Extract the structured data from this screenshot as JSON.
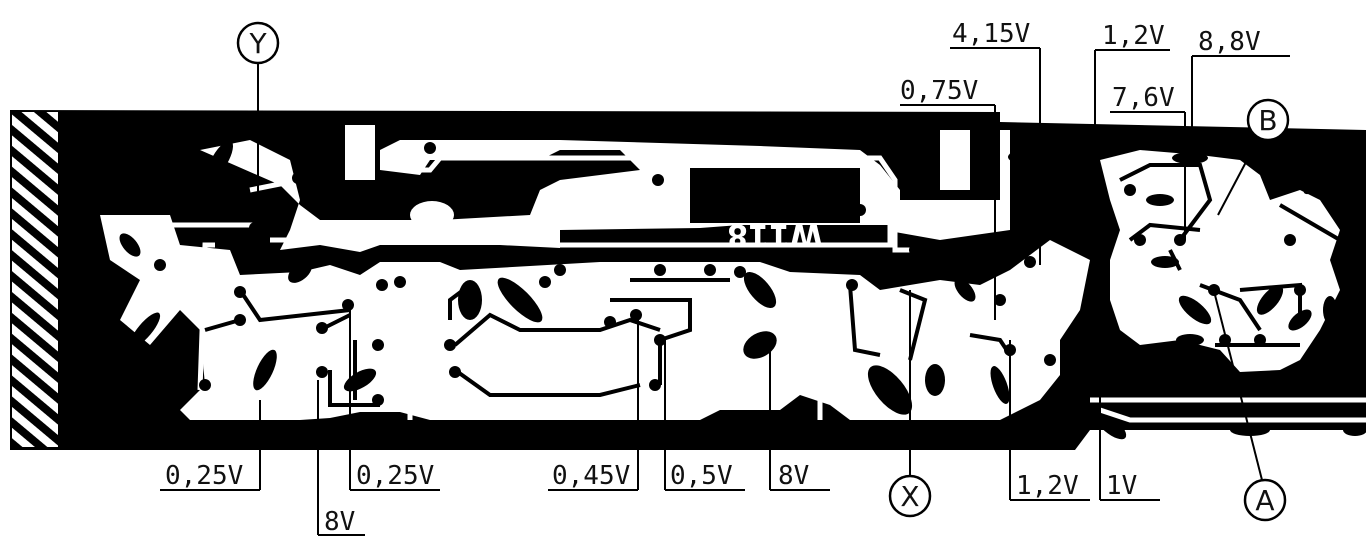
{
  "diagram": {
    "board_code": "W118",
    "markers": {
      "Y": "Y",
      "X": "X",
      "A": "A",
      "B": "B"
    },
    "voltage_labels": {
      "v_0_25_left": "0,25V",
      "v_8_left": "8V",
      "v_0_25_mid": "0,25V",
      "v_0_45": "0,45V",
      "v_0_5": "0,5V",
      "v_8_mid": "8V",
      "v_1_2_bottom": "1,2V",
      "v_1_bottom": "1V",
      "v_4_15": "4,15V",
      "v_0_75": "0,75V",
      "v_1_2_top": "1,2V",
      "v_7_6": "7,6V",
      "v_8_8": "8,8V"
    }
  }
}
